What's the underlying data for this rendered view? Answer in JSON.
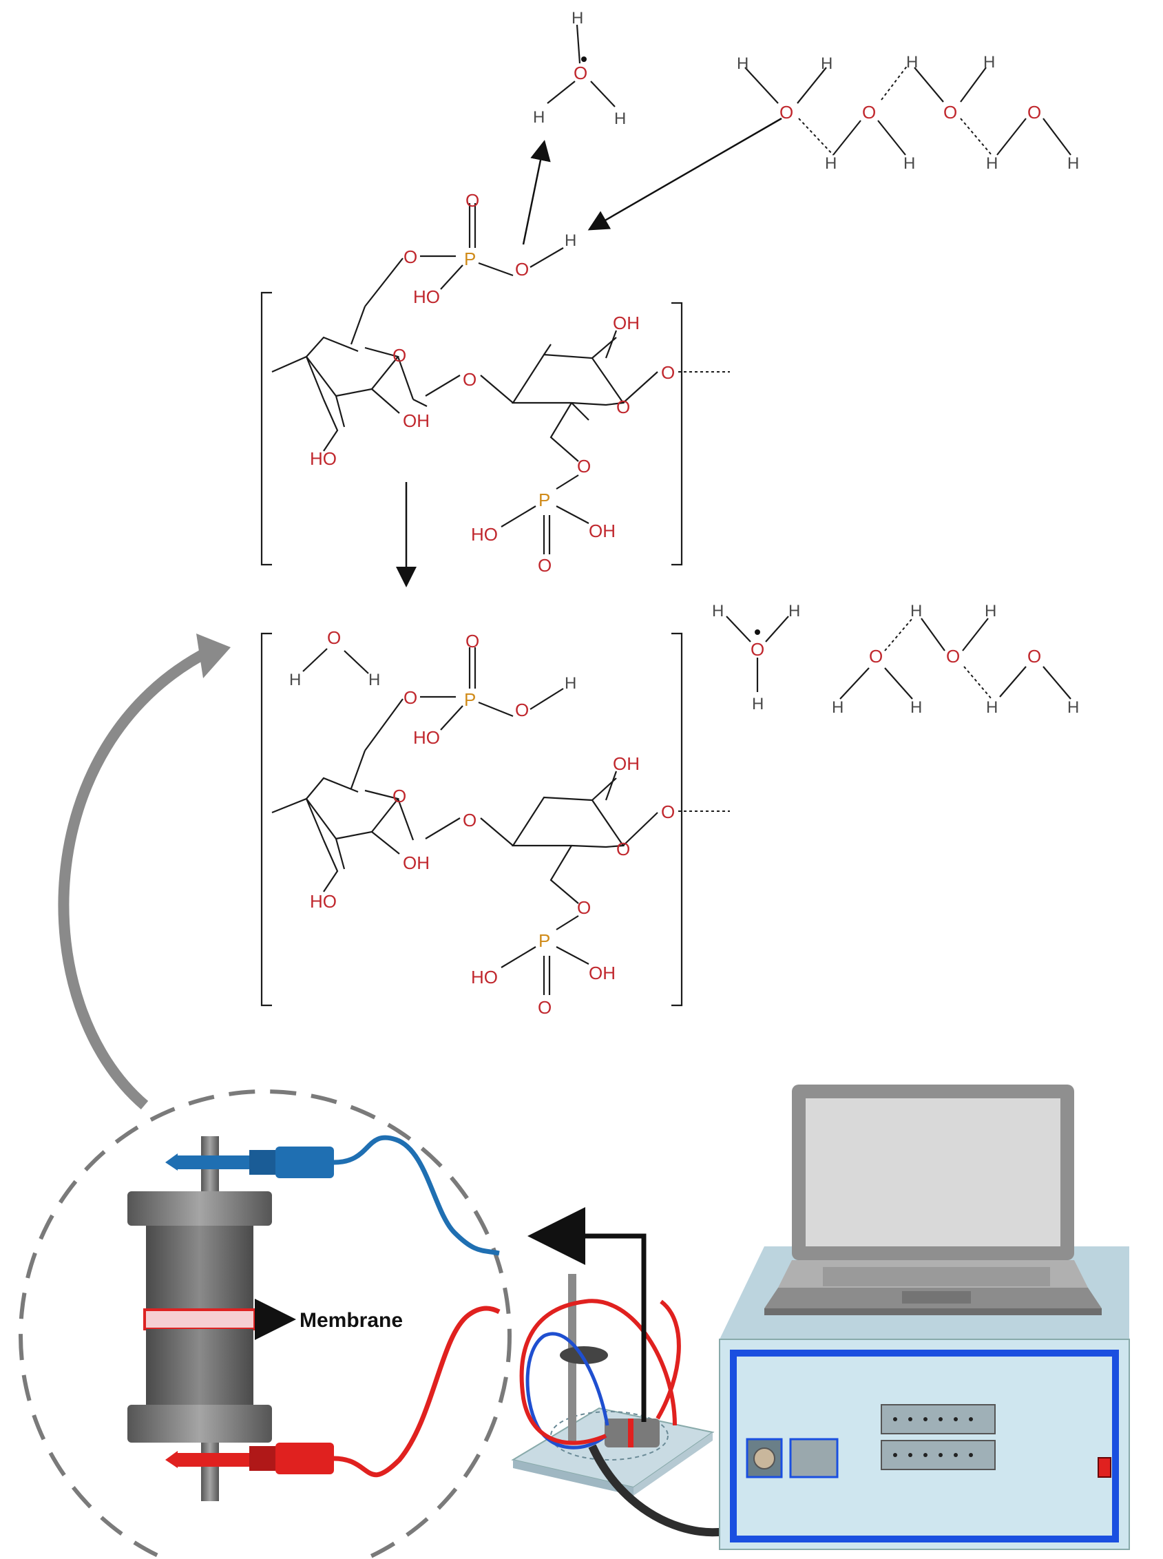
{
  "labels": {
    "membrane": "Membrane",
    "O": "O",
    "H": "H",
    "P": "P",
    "OH": "OH",
    "HO": "HO"
  },
  "colors": {
    "oxygen": "#c0272d",
    "phosphorus": "#d08b1a",
    "hydrogen": "#4a4a4a",
    "bond": "#1a1a1a",
    "wire_blue": "#1f6fb2",
    "wire_red": "#e0211f",
    "cell_body": "#6e6e6e",
    "membrane_band": "#f6cfd3",
    "instrument_body": "#cfe6ef",
    "instrument_border": "#1a4fe0",
    "laptop_body": "#c6c6c6"
  },
  "icons": [
    "conductivity-cell-icon",
    "laptop-icon",
    "analyzer-instrument-icon",
    "stand-icon"
  ]
}
